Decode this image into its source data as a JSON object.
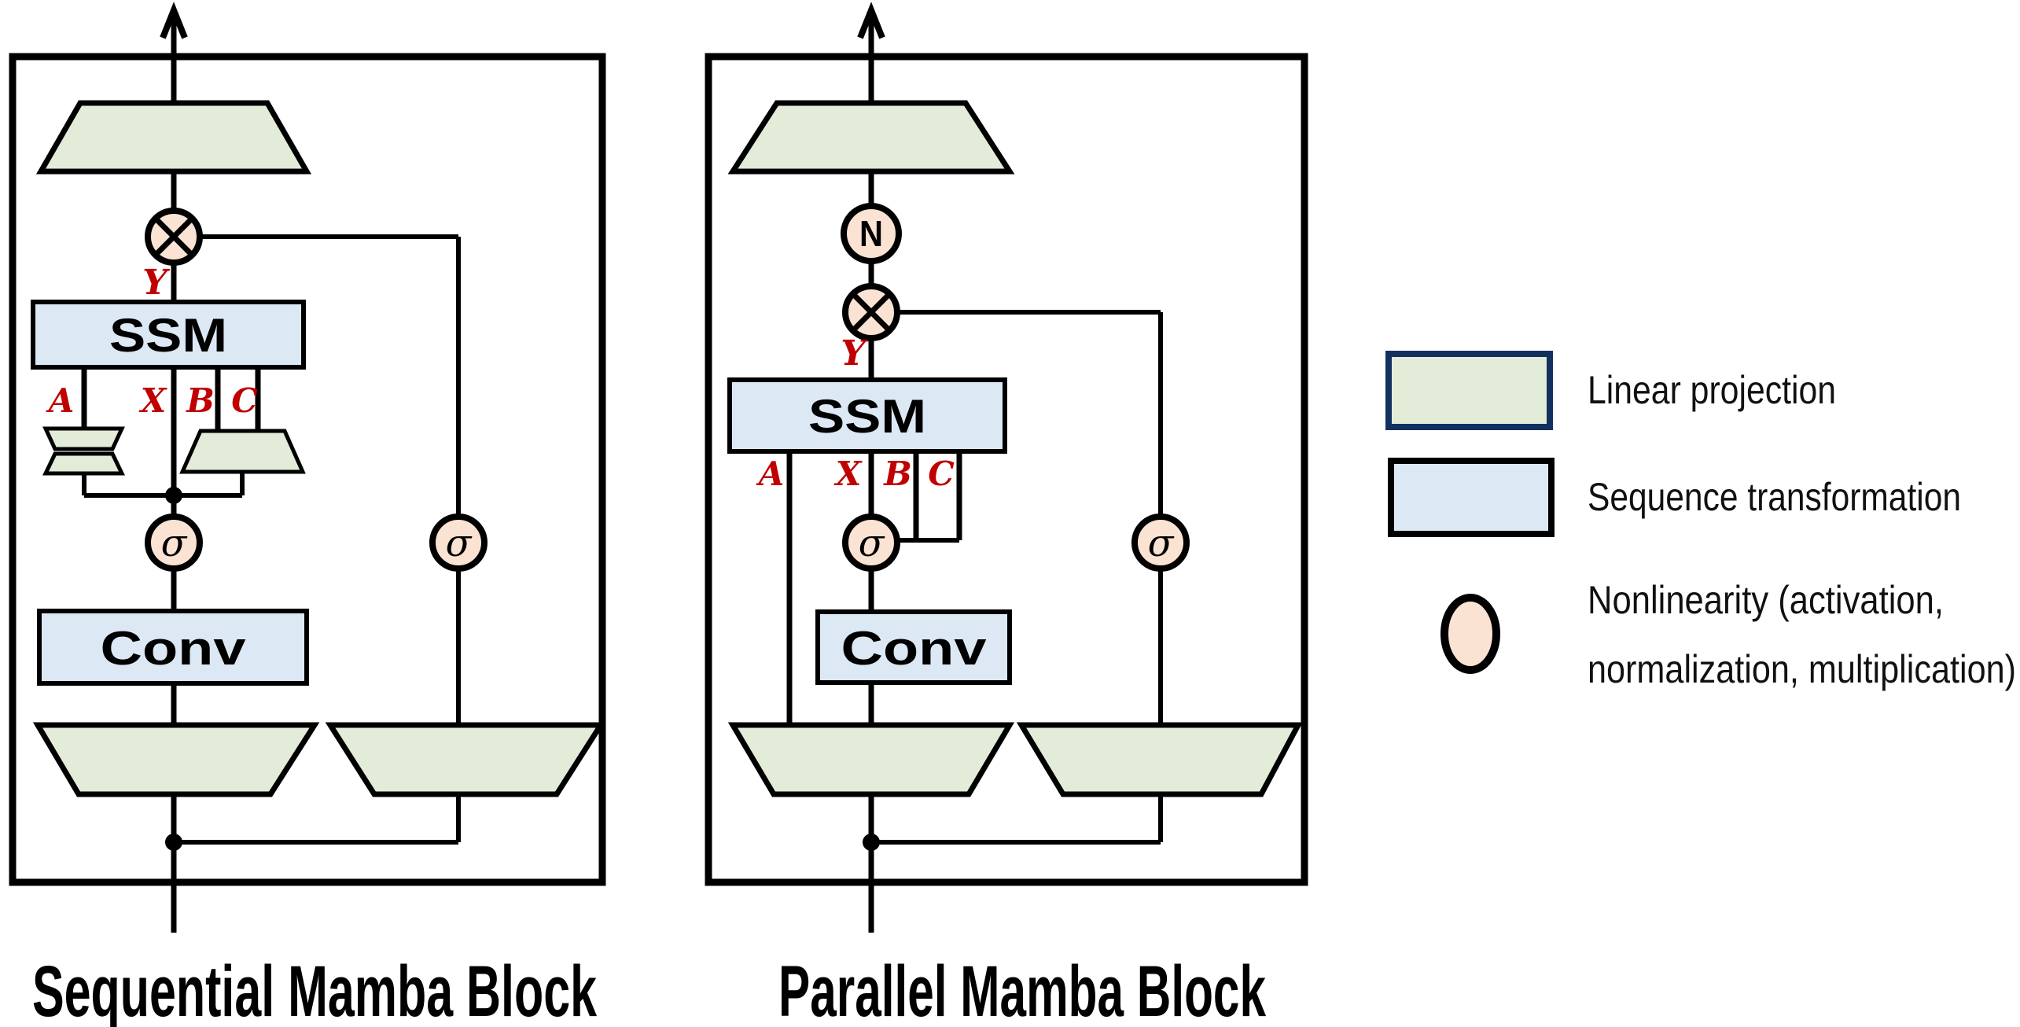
{
  "left_block": {
    "title": "Sequential Mamba Block",
    "ssm_label": "SSM",
    "conv_label": "Conv",
    "sigma_label": "σ",
    "y_label": "Y",
    "a_label": "A",
    "x_label": "X",
    "b_label": "B",
    "c_label": "C"
  },
  "right_block": {
    "title": "Parallel Mamba Block",
    "norm_label": "N",
    "ssm_label": "SSM",
    "conv_label": "Conv",
    "sigma_label": "σ",
    "y_label": "Y",
    "a_label": "A",
    "x_label": "X",
    "b_label": "B",
    "c_label": "C"
  },
  "legend": {
    "items": [
      {
        "swatch": "green-rectangle",
        "label": "Linear projection"
      },
      {
        "swatch": "blue-rectangle",
        "label": "Sequence transformation"
      },
      {
        "swatch": "peach-circle",
        "label_line1": "Nonlinearity (activation,",
        "label_line2": "normalization, multiplication)"
      }
    ]
  },
  "colors": {
    "linear_projection_fill": "#e2ecd9",
    "sequence_transformation_fill": "#dce8f4",
    "nonlinearity_fill": "#fbe3d3",
    "variable_label_red": "#c00000",
    "legend_green_border_navy": "#12315e",
    "line_black": "#000000"
  }
}
